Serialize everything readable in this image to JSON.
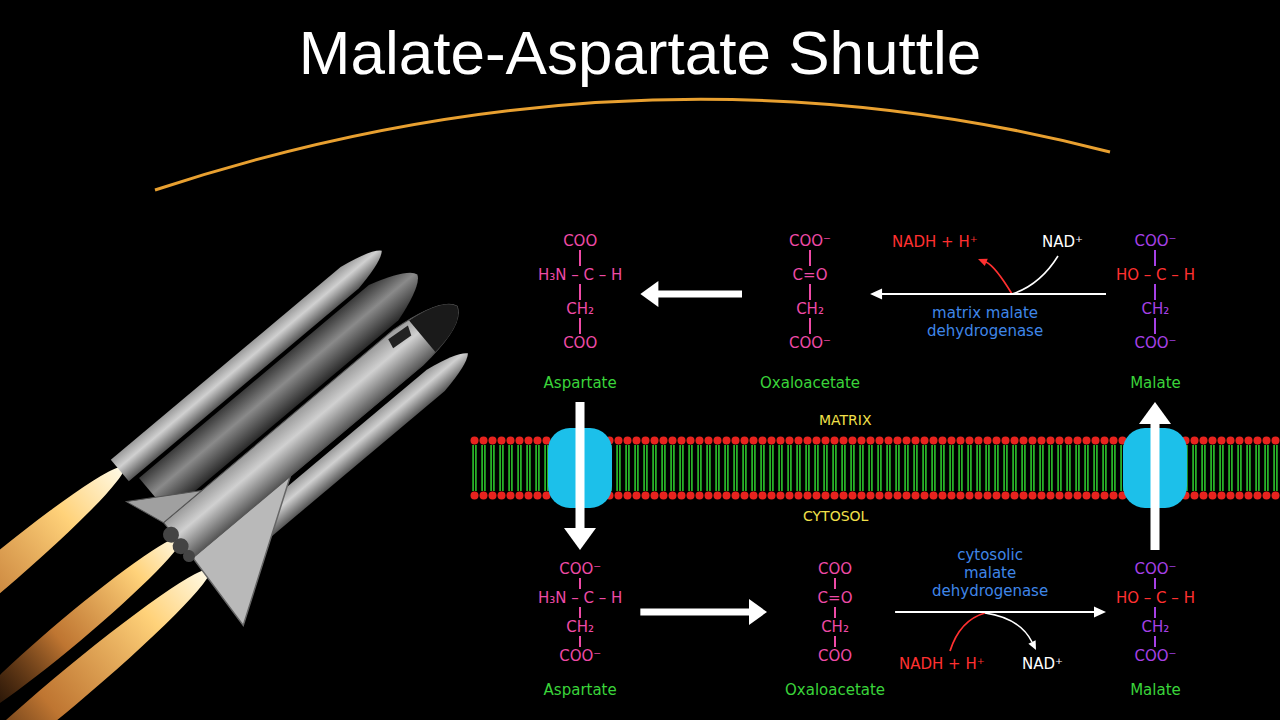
{
  "diagram": {
    "title": "Malate-Aspartate Shuttle",
    "nodes": [
      {
        "text": [
          "COO",
          "H₃N – C – H",
          "CH₂",
          "COO",
          "Aspartate"
        ]
      },
      {
        "text": [
          "COO⁻",
          "C=O",
          "CH₂",
          "COO⁻",
          "Oxaloacetate"
        ]
      },
      {
        "text": [
          "COO⁻",
          "HO – C – H",
          "CH₂",
          "COO⁻",
          "Malate"
        ]
      },
      {
        "text": [
          "COO⁻",
          "H₃N – C – H",
          "CH₂",
          "COO⁻",
          "Aspartate"
        ]
      },
      {
        "text": [
          "COO",
          "C=O",
          "CH₂",
          "COO",
          "Oxaloacetate"
        ]
      },
      {
        "text": [
          "COO⁻",
          "HO – C – H",
          "CH₂",
          "COO⁻",
          "Malate"
        ]
      }
    ],
    "edges": [
      {
        "from": 2,
        "to": 1,
        "arrow": "to",
        "label": "matrix malate dehydrogenase"
      },
      {
        "from": 1,
        "to": 0,
        "arrow": "to"
      },
      {
        "from": 0,
        "to": 3,
        "arrow": "to"
      },
      {
        "from": 3,
        "to": 4,
        "arrow": "to"
      },
      {
        "from": 4,
        "to": 5,
        "arrow": "to",
        "label": "cytosolic malate dehydrogenase"
      },
      {
        "from": 5,
        "to": 2,
        "arrow": "to"
      }
    ],
    "labels": [
      "NADH + H⁺",
      "NAD⁺",
      "MATRIX",
      "CYTOSOL",
      "NADH + H⁺",
      "NAD⁺"
    ]
  }
}
